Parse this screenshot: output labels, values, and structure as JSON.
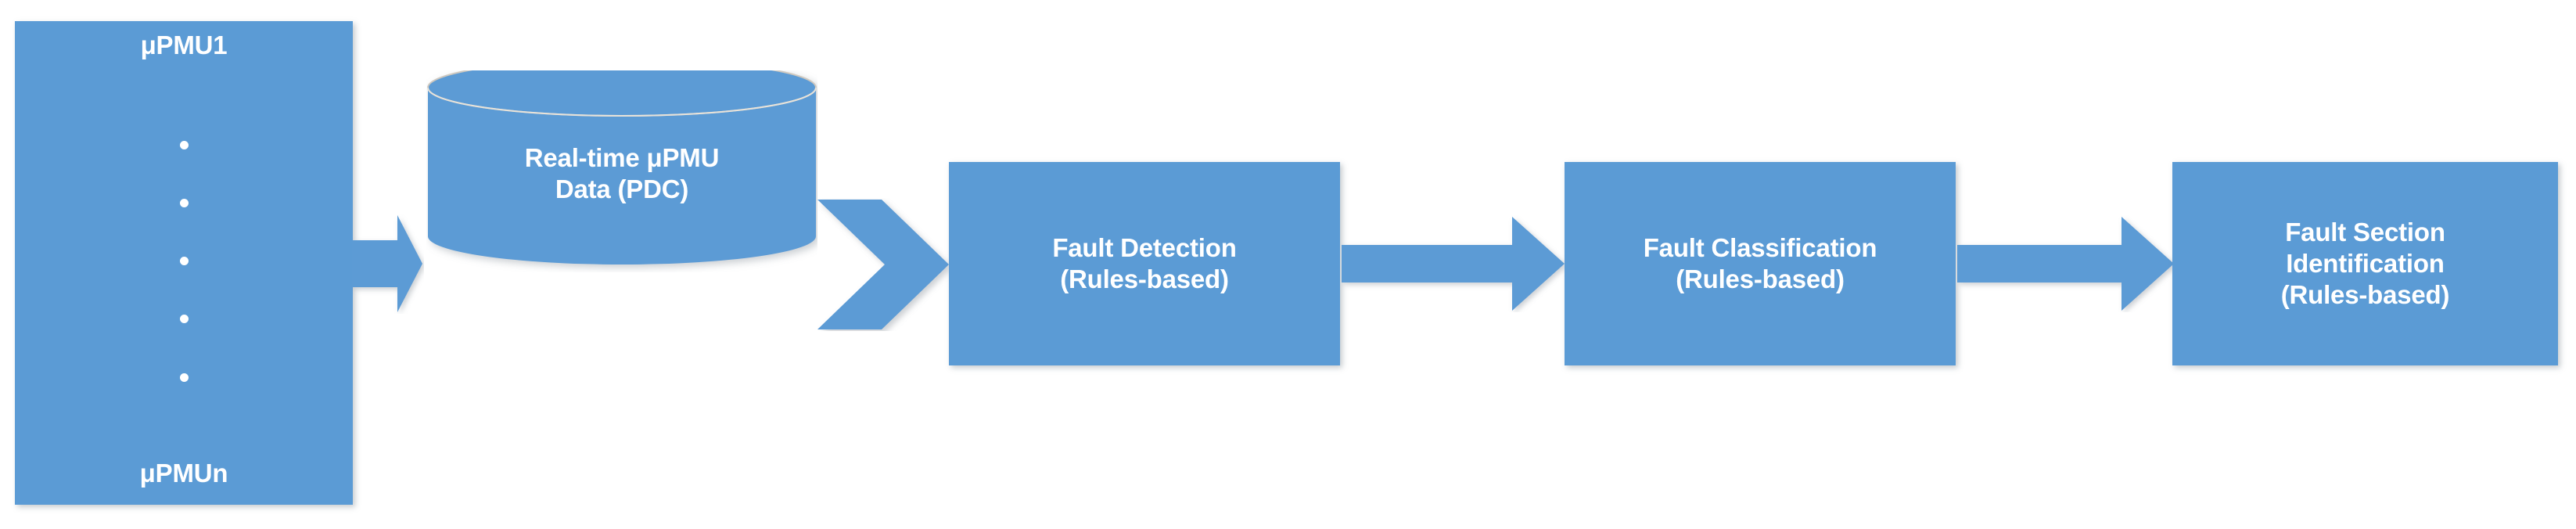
{
  "diagram": {
    "title": "",
    "colors": {
      "node_fill": "#5B9BD5",
      "node_text": "#FFFFFF",
      "connector": "#5B9BD5",
      "background": "#FFFFFF",
      "cylinder_outline": "#C9C4BC"
    },
    "nodes": [
      {
        "id": "pmu-stack",
        "shape": "rectangle",
        "top_label": "μPMU1",
        "bottom_label": "μPMUn",
        "vertical_ellipsis_dots": 5
      },
      {
        "id": "pdc-cylinder",
        "shape": "cylinder",
        "label": "Real-time μPMU\nData (PDC)"
      },
      {
        "id": "box-fault-detection",
        "shape": "rectangle",
        "label": "Fault Detection\n(Rules-based)"
      },
      {
        "id": "box-fault-classification",
        "shape": "rectangle",
        "label": "Fault Classification\n(Rules-based)"
      },
      {
        "id": "box-fault-section",
        "shape": "rectangle",
        "label": "Fault Section\nIdentification\n(Rules-based)"
      }
    ],
    "connectors": [
      {
        "id": "arrow-pmu-to-pdc",
        "type": "block-arrow",
        "direction": "right"
      },
      {
        "id": "chevron-pdc-to-detect",
        "type": "chevron",
        "direction": "right"
      },
      {
        "id": "arrow-detect-to-classify",
        "type": "block-arrow",
        "direction": "right"
      },
      {
        "id": "arrow-classify-to-section",
        "type": "block-arrow",
        "direction": "right"
      }
    ]
  }
}
